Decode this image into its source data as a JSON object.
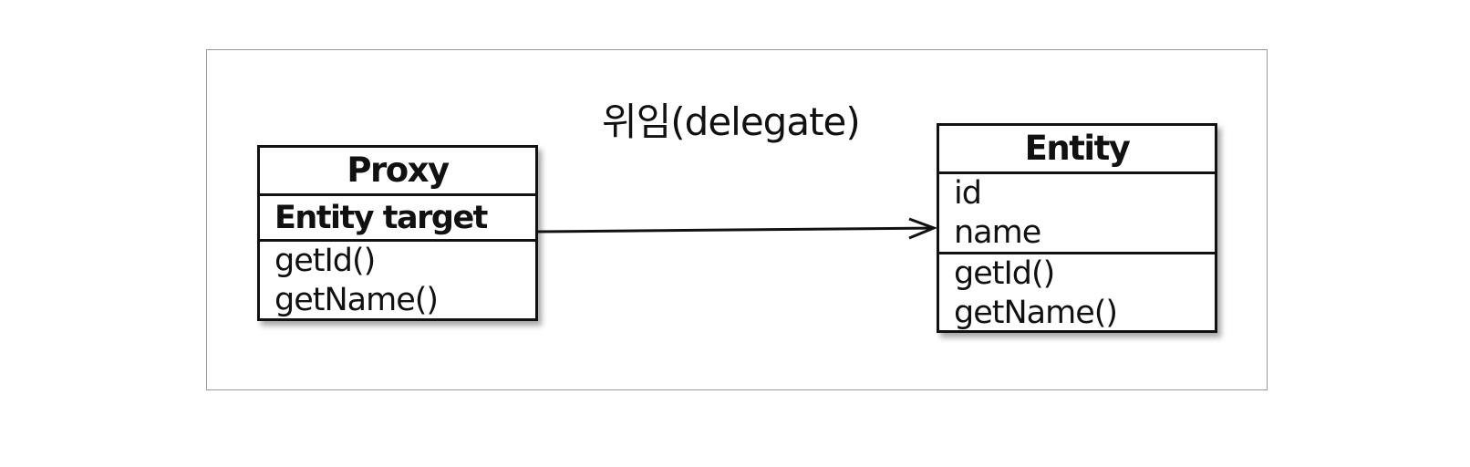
{
  "relation_label": "위임(delegate)",
  "proxy": {
    "name": "Proxy",
    "attributes": [
      "Entity target"
    ],
    "methods": [
      "getId()",
      "getName()"
    ]
  },
  "entity": {
    "name": "Entity",
    "attributes": [
      "id",
      "name"
    ],
    "methods": [
      "getId()",
      "getName()"
    ]
  }
}
